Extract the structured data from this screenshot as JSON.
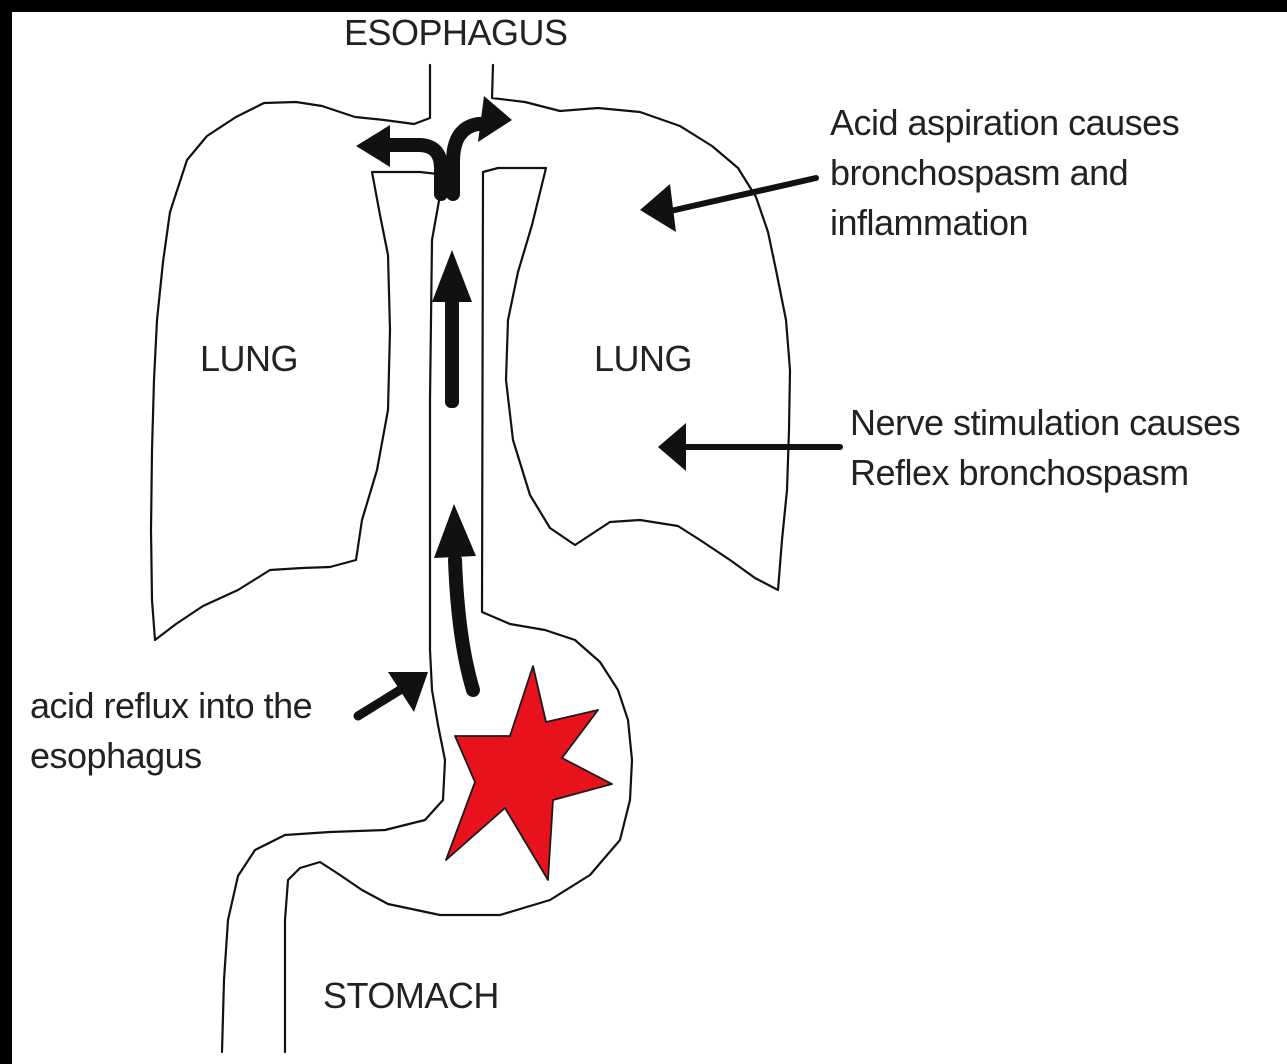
{
  "labels": {
    "esophagus": "ESOPHAGUS",
    "lung_left": "LUNG",
    "lung_right": "LUNG",
    "stomach": "STOMACH",
    "acid_aspiration": [
      "Acid aspiration causes",
      "bronchospasm and",
      "inflammation"
    ],
    "nerve_stimulation": [
      "Nerve stimulation causes",
      "Reflex bronchospasm"
    ],
    "acid_reflux": [
      "acid reflux into the",
      "esophagus"
    ]
  },
  "colors": {
    "background_border": "#000000",
    "canvas": "#ffffff",
    "outline": "#111111",
    "arrow": "#111111",
    "irritation_star": "#e8121c",
    "text": "#222222"
  },
  "icons": {
    "irritation_marker": "red-star-icon"
  }
}
